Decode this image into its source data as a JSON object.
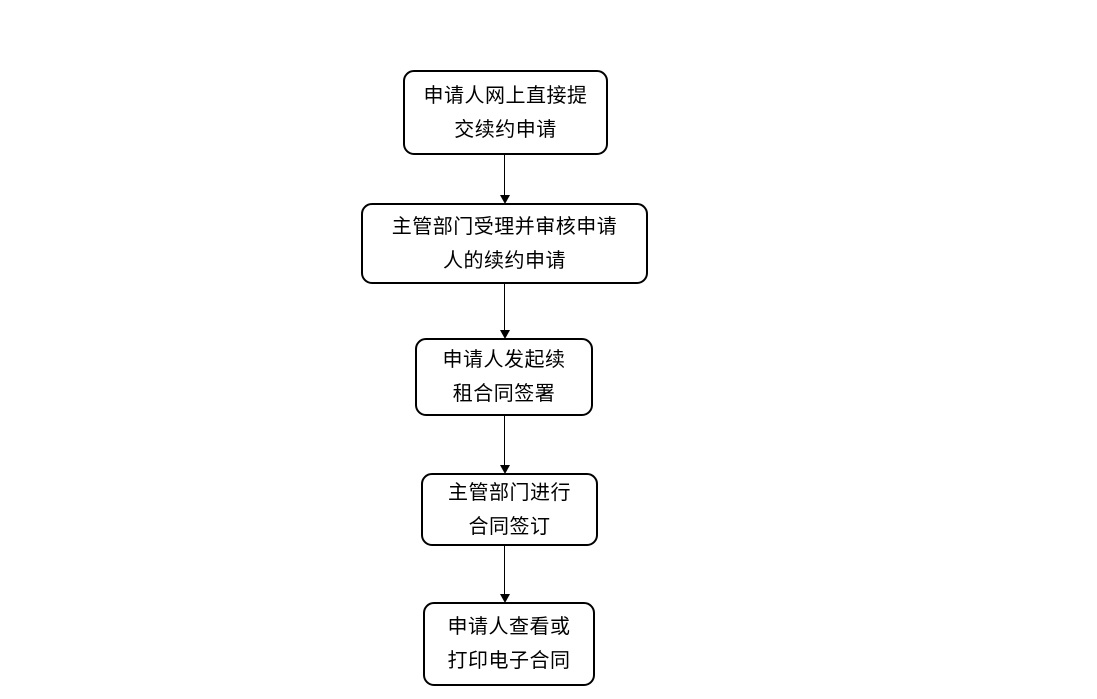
{
  "flowchart": {
    "background_color": "#ffffff",
    "box_border_color": "#000000",
    "text_color": "#000000",
    "arrow_color": "#000000",
    "nodes": [
      {
        "id": "step-1",
        "lines": [
          "申请人网上直接提",
          "交续约申请"
        ]
      },
      {
        "id": "step-2",
        "lines": [
          "主管部门受理并审核申请",
          "人的续约申请"
        ]
      },
      {
        "id": "step-3",
        "lines": [
          "申请人发起续",
          "租合同签署"
        ]
      },
      {
        "id": "step-4",
        "lines": [
          "主管部门进行",
          "合同签订"
        ]
      },
      {
        "id": "step-5",
        "lines": [
          "申请人查看或",
          "打印电子合同"
        ]
      }
    ],
    "edges": [
      {
        "from": "step-1",
        "to": "step-2"
      },
      {
        "from": "step-2",
        "to": "step-3"
      },
      {
        "from": "step-3",
        "to": "step-4"
      },
      {
        "from": "step-4",
        "to": "step-5"
      }
    ]
  }
}
